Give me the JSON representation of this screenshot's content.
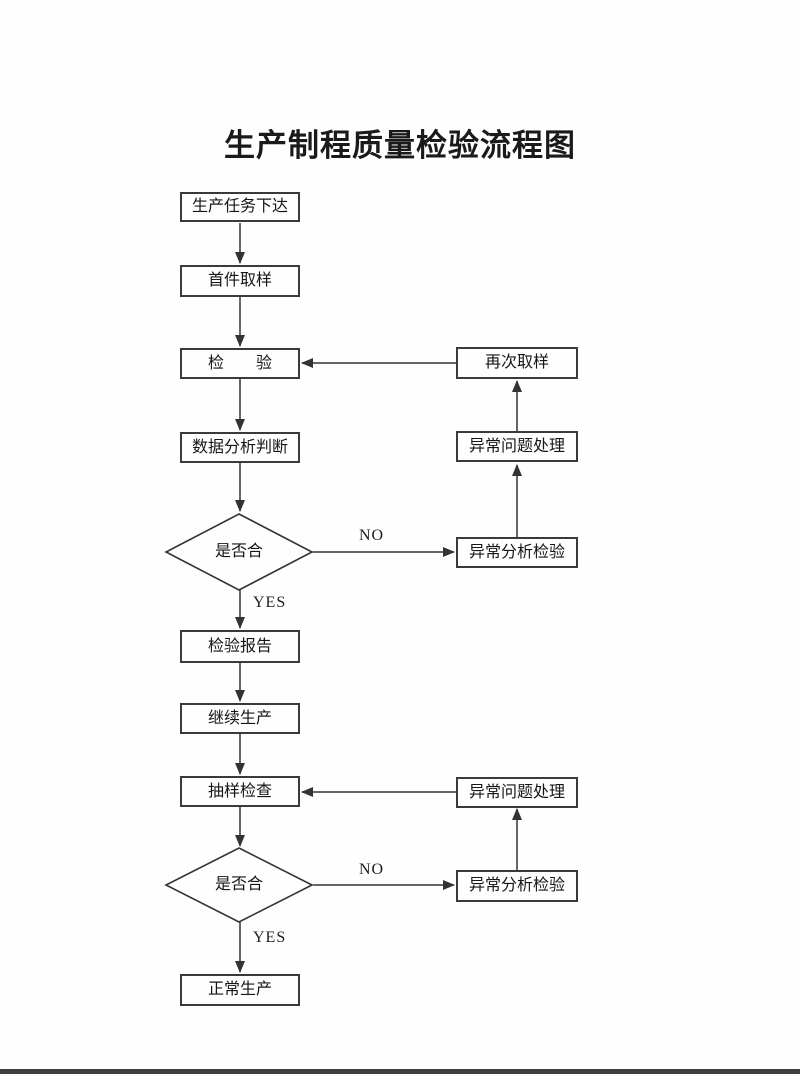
{
  "page": {
    "title": "生产制程质量检验流程图",
    "colors": {
      "background": "#fefefe",
      "line": "#333333",
      "box_border": "#3a3a3a",
      "text": "#161616",
      "bottom_bar": "#3c4043"
    }
  },
  "nodes": {
    "start": {
      "label": "生产任务下达"
    },
    "first_sampling": {
      "label": "首件取样"
    },
    "inspection": {
      "label": "检　　验"
    },
    "data_analysis": {
      "label": "数据分析判断"
    },
    "decision1": {
      "label": "是否合"
    },
    "report": {
      "label": "检验报告"
    },
    "continue_production": {
      "label": "继续生产"
    },
    "sampling_check": {
      "label": "抽样检查"
    },
    "decision2": {
      "label": "是否合"
    },
    "normal_production": {
      "label": "正常生产"
    },
    "resample": {
      "label": "再次取样"
    },
    "abnormal_handling1": {
      "label": "异常问题处理"
    },
    "abnormal_analysis1": {
      "label": "异常分析检验"
    },
    "abnormal_handling2": {
      "label": "异常问题处理"
    },
    "abnormal_analysis2": {
      "label": "异常分析检验"
    }
  },
  "edge_labels": {
    "decision1_no": "NO",
    "decision1_yes": "YES",
    "decision2_no": "NO",
    "decision2_yes": "YES"
  }
}
